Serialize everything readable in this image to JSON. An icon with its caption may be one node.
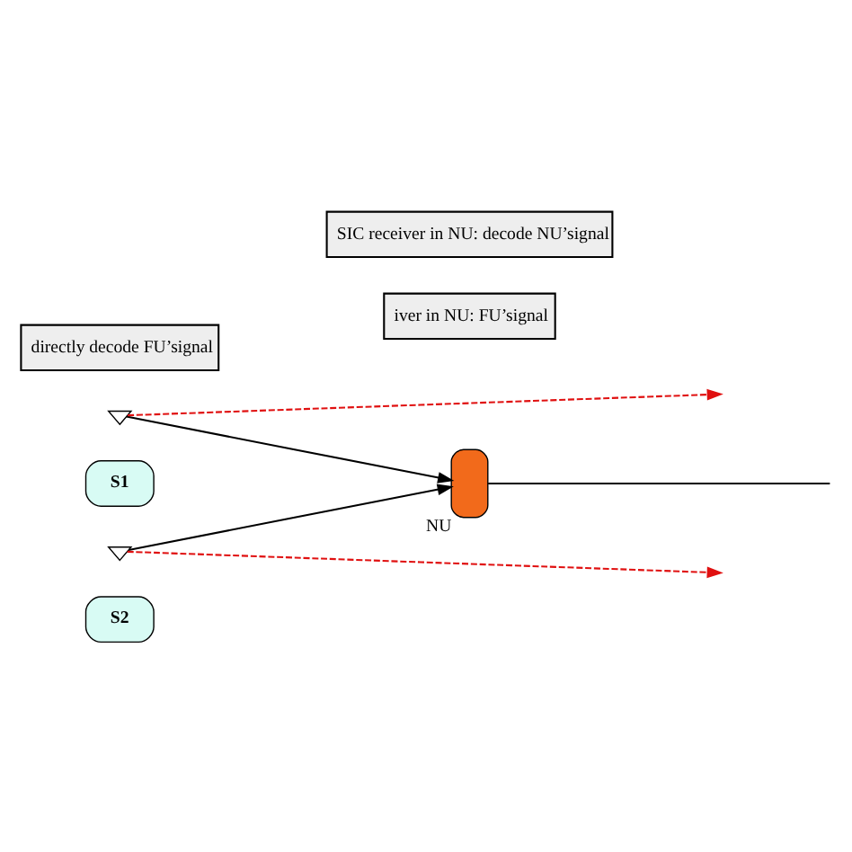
{
  "diagram": {
    "nodes": [
      {
        "text": [],
        "shape": "triangle"
      },
      {
        "text": [
          "S1"
        ]
      },
      {
        "text": [],
        "shape": "triangle"
      },
      {
        "text": [
          "S2"
        ]
      },
      {
        "text": [],
        "shape": "phone",
        "beside": [
          "NU"
        ]
      },
      {
        "text": [
          "directly decode FU’signal"
        ]
      },
      {
        "text": [
          "iver in NU: FU’signal"
        ]
      },
      {
        "text": [
          "SIC receiver in NU: decode NU’signal"
        ]
      }
    ],
    "edges": [
      {
        "from": 0,
        "to": null,
        "arrow": "to",
        "style": "dashed",
        "color": "#e01010"
      },
      {
        "from": 0,
        "to": 4,
        "arrow": "to",
        "color": "#000000"
      },
      {
        "from": 2,
        "to": null,
        "arrow": "to",
        "style": "dashed",
        "color": "#e01010"
      },
      {
        "from": 2,
        "to": 4,
        "arrow": "to",
        "color": "#000000"
      },
      {
        "from": 4,
        "to": null,
        "arrow": "none",
        "color": "#000000"
      }
    ]
  }
}
